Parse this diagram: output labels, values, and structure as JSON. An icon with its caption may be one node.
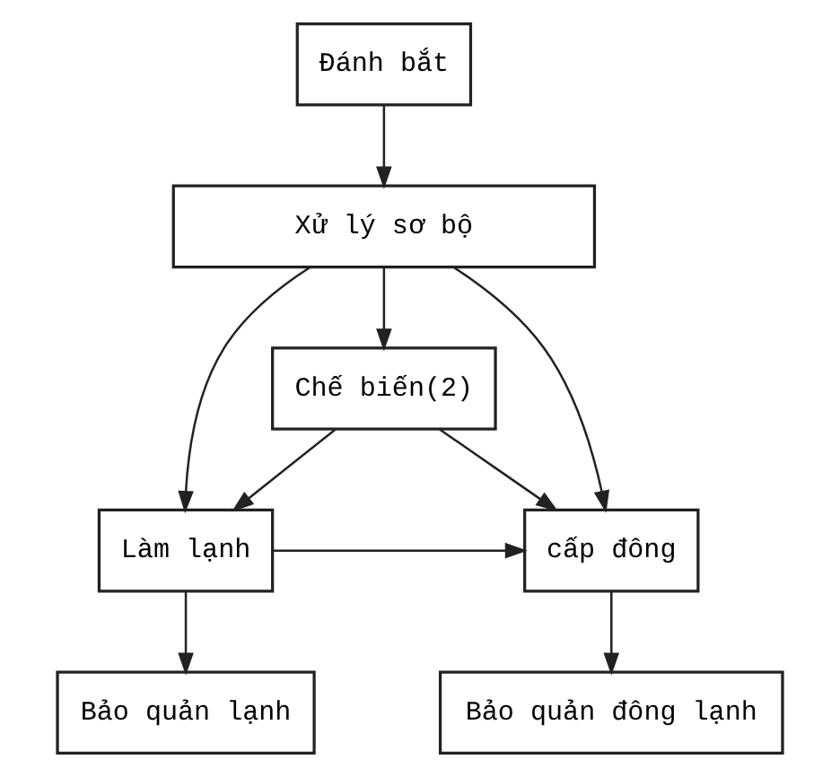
{
  "diagram": {
    "nodes": [
      {
        "text": [
          "Đánh bắt"
        ]
      },
      {
        "text": [
          "Xử lý sơ bộ"
        ]
      },
      {
        "text": [
          "Chế biến(2)"
        ]
      },
      {
        "text": [
          "Làm lạnh"
        ]
      },
      {
        "text": [
          "cấp đông"
        ]
      },
      {
        "text": [
          "Bảo quản lạnh"
        ]
      },
      {
        "text": [
          "Bảo quản đông lạnh"
        ]
      }
    ],
    "edges": [
      {
        "from": 0,
        "to": 1,
        "arrow": "to"
      },
      {
        "from": 1,
        "to": 3,
        "arrow": "to"
      },
      {
        "from": 1,
        "to": 2,
        "arrow": "to"
      },
      {
        "from": 1,
        "to": 4,
        "arrow": "to"
      },
      {
        "from": 2,
        "to": 3,
        "arrow": "to"
      },
      {
        "from": 2,
        "to": 4,
        "arrow": "to"
      },
      {
        "from": 3,
        "to": 4,
        "arrow": "to"
      },
      {
        "from": 3,
        "to": 5,
        "arrow": "to"
      },
      {
        "from": 4,
        "to": 6,
        "arrow": "to"
      }
    ]
  }
}
